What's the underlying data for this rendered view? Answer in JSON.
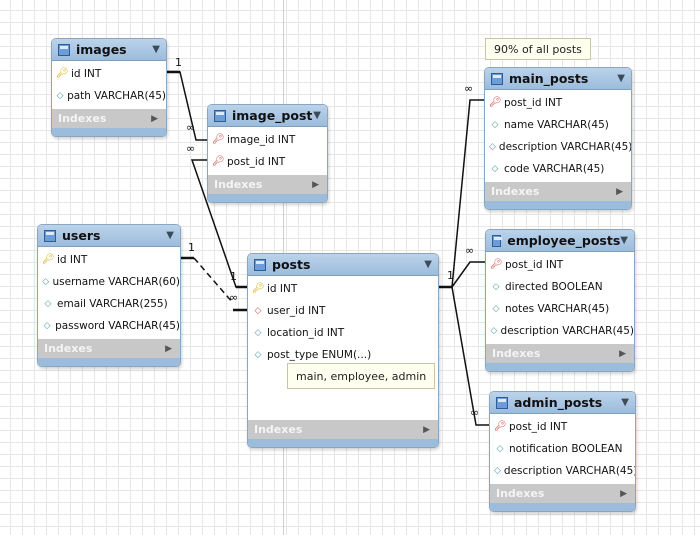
{
  "tables": [
    {
      "id": "images",
      "name": "images",
      "indexes": "Indexes",
      "columns": [
        {
          "text": "id INT",
          "key": "pk"
        },
        {
          "text": "path VARCHAR(45)",
          "key": "col"
        }
      ]
    },
    {
      "id": "image_post",
      "name": "image_post",
      "indexes": "Indexes",
      "columns": [
        {
          "text": "image_id INT",
          "key": "fk"
        },
        {
          "text": "post_id INT",
          "key": "fk"
        }
      ]
    },
    {
      "id": "users",
      "name": "users",
      "indexes": "Indexes",
      "columns": [
        {
          "text": "id INT",
          "key": "pk"
        },
        {
          "text": "username VARCHAR(60)",
          "key": "col"
        },
        {
          "text": "email VARCHAR(255)",
          "key": "col"
        },
        {
          "text": "password VARCHAR(45)",
          "key": "col"
        }
      ]
    },
    {
      "id": "posts",
      "name": "posts",
      "indexes": "Indexes",
      "columns": [
        {
          "text": "id INT",
          "key": "pk"
        },
        {
          "text": "user_id INT",
          "key": "fkcol"
        },
        {
          "text": "location_id INT",
          "key": "col"
        },
        {
          "text": "post_type ENUM(...)",
          "key": "col"
        }
      ]
    },
    {
      "id": "main_posts",
      "name": "main_posts",
      "indexes": "Indexes",
      "columns": [
        {
          "text": "post_id INT",
          "key": "fk"
        },
        {
          "text": "name VARCHAR(45)",
          "key": "col"
        },
        {
          "text": "description VARCHAR(45)",
          "key": "col"
        },
        {
          "text": "code VARCHAR(45)",
          "key": "col"
        }
      ]
    },
    {
      "id": "employee_posts",
      "name": "employee_posts",
      "indexes": "Indexes",
      "columns": [
        {
          "text": "post_id INT",
          "key": "fk"
        },
        {
          "text": "directed BOOLEAN",
          "key": "col"
        },
        {
          "text": "notes VARCHAR(45)",
          "key": "col"
        },
        {
          "text": "description VARCHAR(45)",
          "key": "col"
        }
      ]
    },
    {
      "id": "admin_posts",
      "name": "admin_posts",
      "indexes": "Indexes",
      "columns": [
        {
          "text": "post_id INT",
          "key": "fk"
        },
        {
          "text": "notification BOOLEAN",
          "key": "col"
        },
        {
          "text": "description VARCHAR(45)",
          "key": "col"
        }
      ]
    }
  ],
  "tooltips": {
    "main_posts_note": "90% of all posts",
    "post_type_enum": "main, employee, admin"
  },
  "cardinality": {
    "images_one": "1",
    "image_post_many_1": "∞",
    "image_post_many_2": "∞",
    "users_one": "1",
    "posts_one": "1",
    "posts_user_many": "∞",
    "posts_right_one": "1",
    "main_posts_many": "∞",
    "employee_posts_many": "∞",
    "admin_posts_many": "∞"
  },
  "icons": {
    "primary_key": "key-icon",
    "foreign_key": "key-icon",
    "column": "diamond-icon",
    "table": "table-icon",
    "collapse": "chevron-down-icon",
    "expand": "chevron-right-icon"
  }
}
